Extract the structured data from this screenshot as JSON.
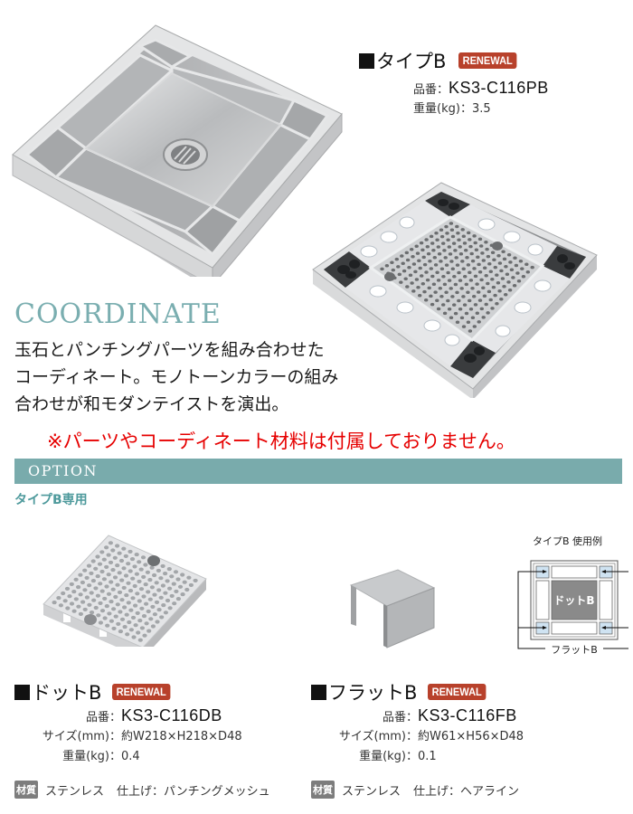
{
  "type_b": {
    "heading": "タイプB",
    "badge": "RENEWAL",
    "specs": [
      {
        "label": "品番",
        "value": "KS3-C116PB"
      },
      {
        "label": "重量(kg)",
        "value": "3.5"
      }
    ]
  },
  "coordinate": {
    "title": "COORDINATE",
    "lines": [
      "玉石とパンチングパーツを組み合わせた",
      "コーディネート。モノトーンカラーの組み",
      "合わせが和モダンテイストを演出。"
    ],
    "notice": "※パーツやコーディネート材料は付属しておりません。"
  },
  "option": {
    "title": "OPTION",
    "subtitle": "タイプB専用"
  },
  "usage_example": {
    "title": "タイプB 使用例",
    "center_label": "ドットB",
    "bottom_label": "フラットB"
  },
  "products": [
    {
      "name": "ドットB",
      "badge": "RENEWAL",
      "specs": [
        {
          "label": "品番",
          "value": "KS3-C116DB"
        },
        {
          "label": "サイズ(mm)",
          "value": "約W218×H218×D48"
        },
        {
          "label": "重量(kg)",
          "value": "0.4"
        }
      ],
      "material_badge": "材質",
      "material": "ステンレス",
      "finish": "仕上げ：パンチングメッシュ"
    },
    {
      "name": "フラットB",
      "badge": "RENEWAL",
      "specs": [
        {
          "label": "品番",
          "value": "KS3-C116FB"
        },
        {
          "label": "サイズ(mm)",
          "value": "約W61×H56×D48"
        },
        {
          "label": "重量(kg)",
          "value": "0.1"
        }
      ],
      "material_badge": "材質",
      "material": "ステンレス",
      "finish": "仕上げ：ヘアライン"
    }
  ],
  "colors": {
    "accent_teal": "#79abac",
    "badge_red": "#b8412b",
    "notice_red": "#e60000"
  }
}
